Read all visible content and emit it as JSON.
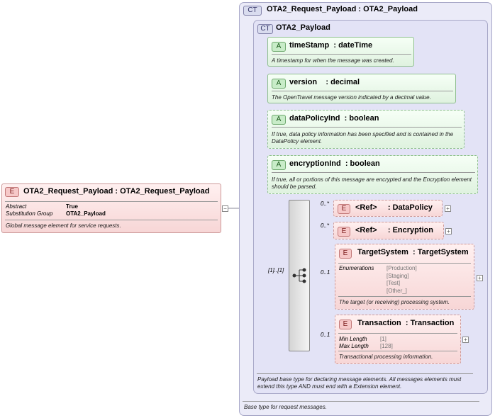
{
  "root_element": {
    "badge": "E",
    "title": "OTA2_Request_Payload : OTA2_Request_Payload",
    "props": [
      {
        "key": "Abstract",
        "value": "True"
      },
      {
        "key": "Substitution Group",
        "value": "OTA2_Payload"
      }
    ],
    "description": "Global message element for service requests."
  },
  "outer_type": {
    "badge": "CT",
    "title": "OTA2_Request_Payload : OTA2_Payload",
    "description": "Base type for request messages."
  },
  "inner_type": {
    "badge": "CT",
    "title": "OTA2_Payload",
    "description": "Payload base type for declaring message elements. All messages elements must extend this type AND must end with a Extension element."
  },
  "attributes": [
    {
      "badge": "A",
      "title": "timeStamp  : dateTime",
      "description": "A timestamp for when the message was created."
    },
    {
      "badge": "A",
      "title": "version    : decimal",
      "description": "The OpenTravel message version indicated by a decimal value."
    },
    {
      "badge": "A",
      "title": "dataPolicyInd  : boolean",
      "description": "If true, data policy information has been specified and is contained in the DataPolicy element."
    },
    {
      "badge": "A",
      "title": "encryptionInd  : boolean",
      "description": "If true, all or portions of this message are encrypted and the Encryption element should be parsed."
    }
  ],
  "sequence": {
    "cardinality": "[1]..[1]"
  },
  "children": [
    {
      "badge": "E",
      "title": "<Ref>     : DataPolicy",
      "cardinality": "0..*"
    },
    {
      "badge": "E",
      "title": "<Ref>     : Encryption",
      "cardinality": "0..*"
    },
    {
      "badge": "E",
      "title": "TargetSystem  : TargetSystem",
      "cardinality": "0..1",
      "facet_label": "Enumerations",
      "enumerations": [
        "[Production]",
        "[Staging]",
        "[Test]",
        "[Other_]"
      ],
      "description": "The target (or receiving) processing system."
    },
    {
      "badge": "E",
      "title": "Transaction  : Transaction",
      "cardinality": "0..1",
      "props": [
        {
          "key": "Min Length",
          "value": "[1]"
        },
        {
          "key": "Max Length",
          "value": "[128]"
        }
      ],
      "description": "Transactional processing information."
    }
  ],
  "expanders": {
    "collapse": "−",
    "expand": "+"
  },
  "colors": {
    "complex_type_bg": "#ebebf8",
    "attribute_bg": "#dff2df",
    "element_bg": "#f7d6d6"
  }
}
